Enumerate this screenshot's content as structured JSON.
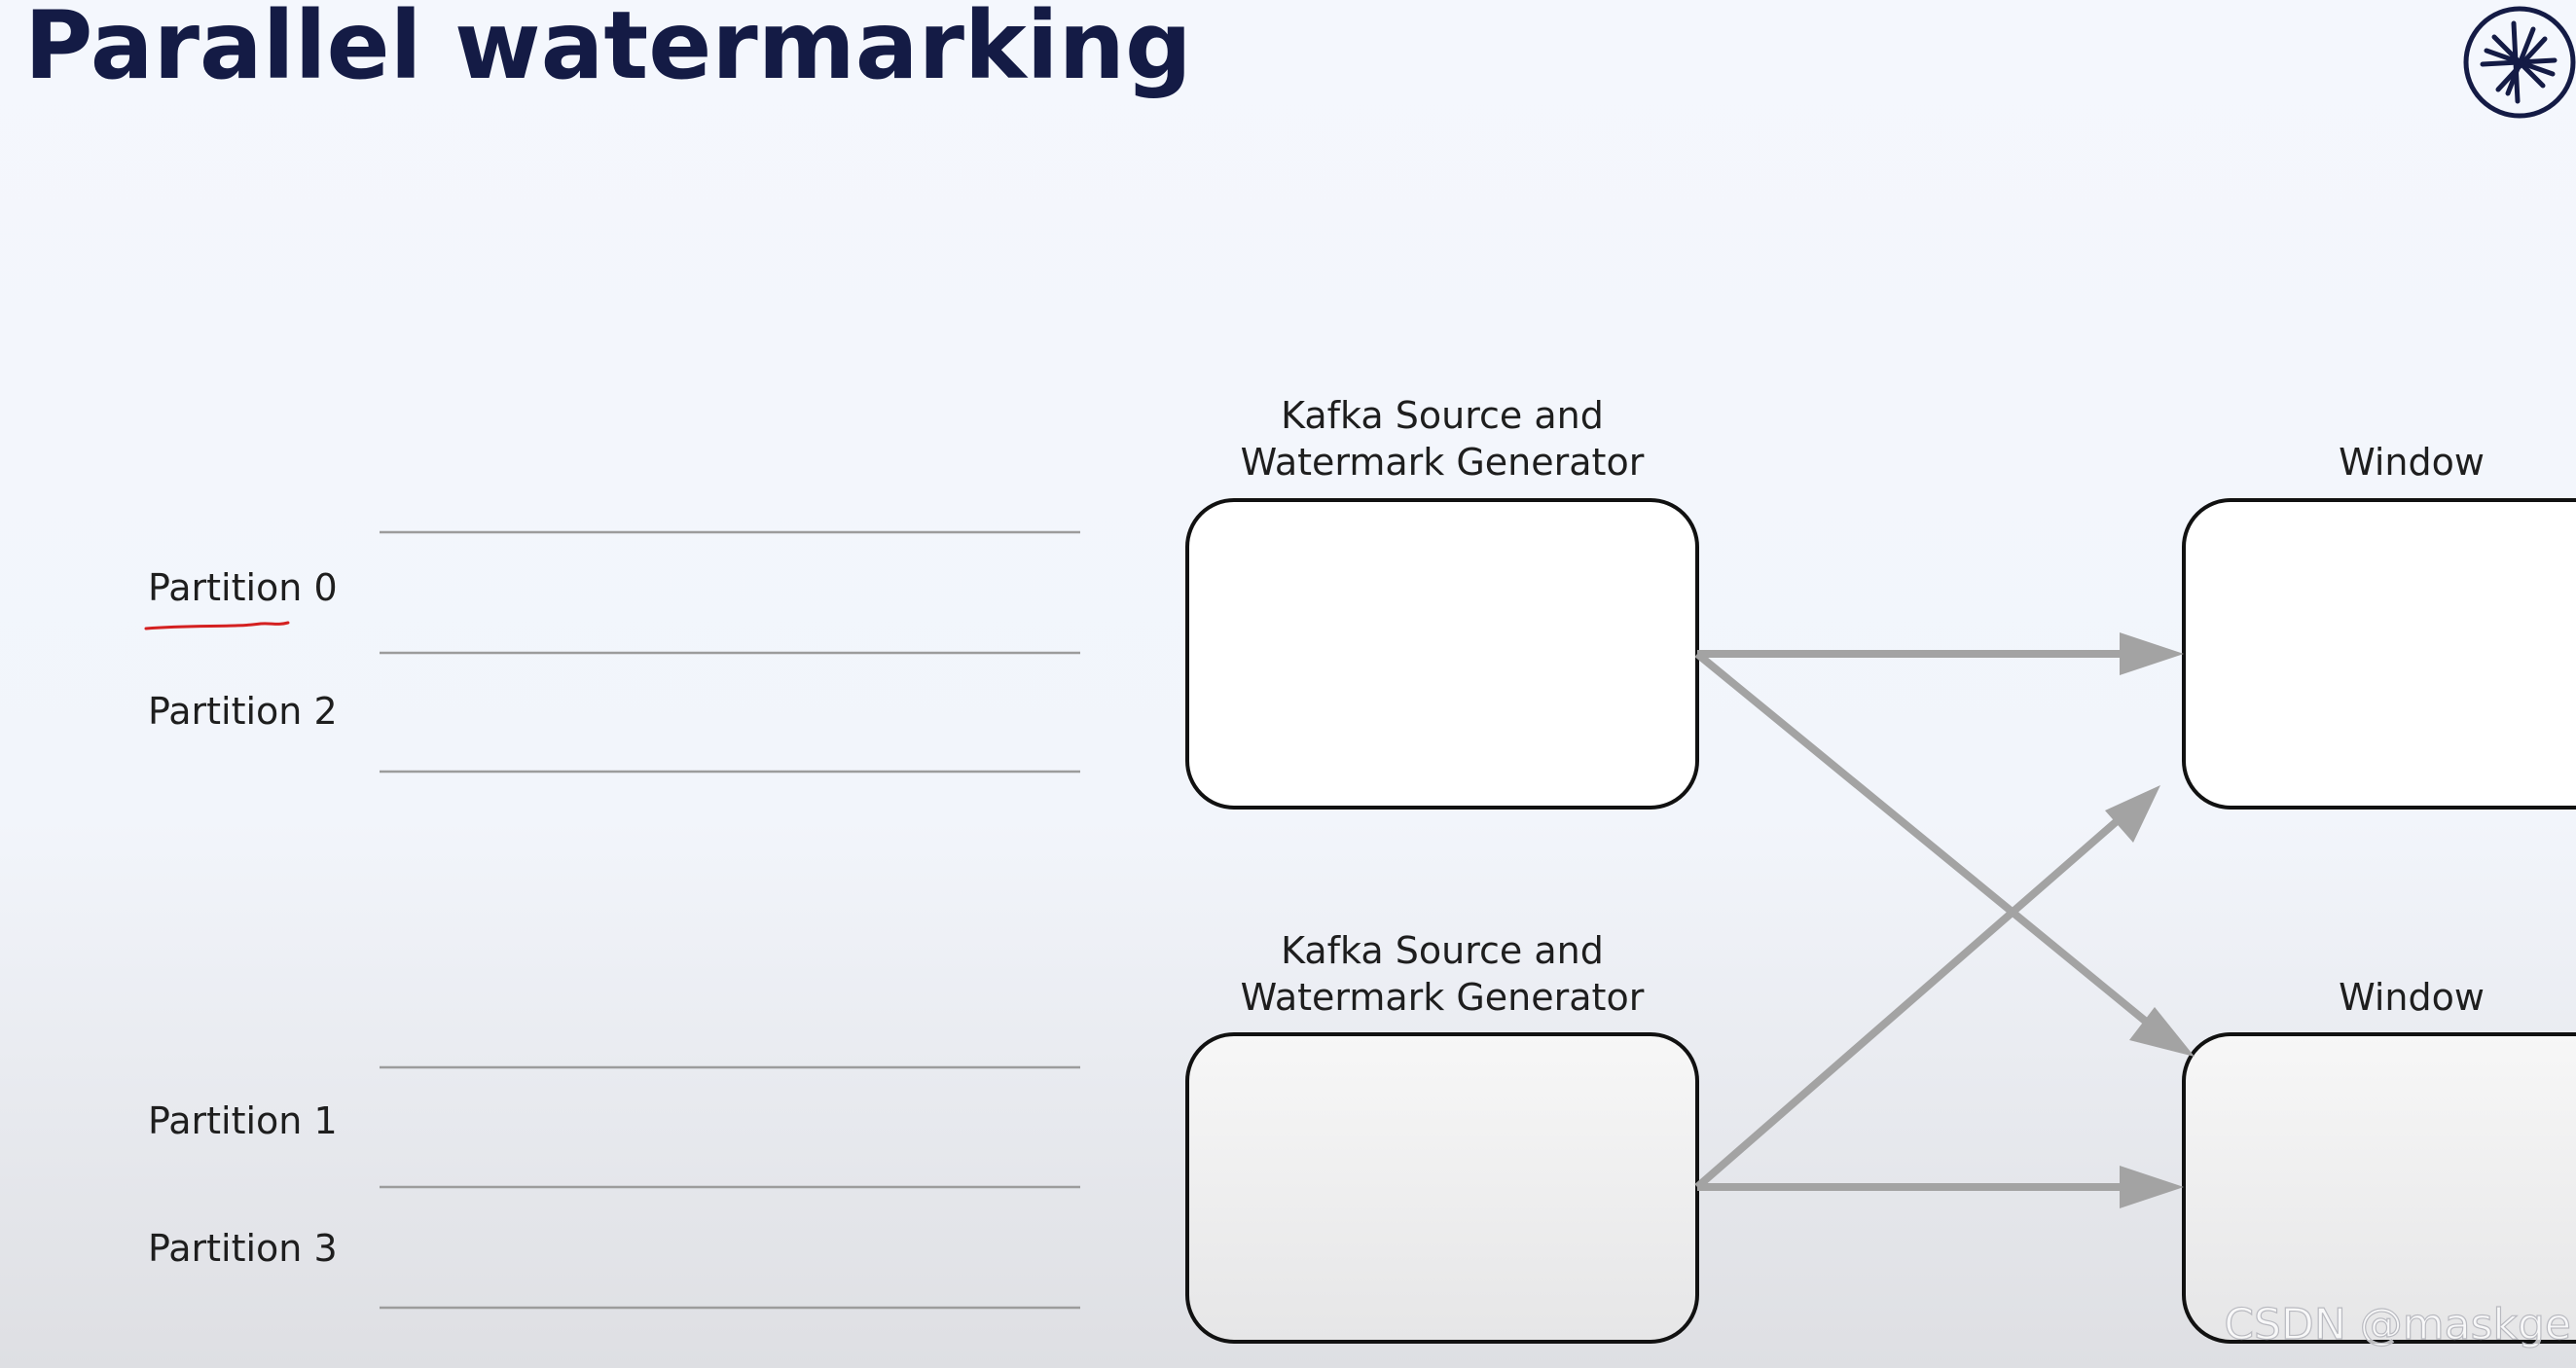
{
  "slide": {
    "title": "Parallel watermarking"
  },
  "partitions": [
    {
      "label": "Partition 0"
    },
    {
      "label": "Partition 2"
    },
    {
      "label": "Partition 1"
    },
    {
      "label": "Partition 3"
    }
  ],
  "sources": [
    {
      "label_line1": "Kafka Source and",
      "label_line2": "Watermark Generator"
    },
    {
      "label_line1": "Kafka Source and",
      "label_line2": "Watermark Generator"
    }
  ],
  "windows": [
    {
      "label": "Window"
    },
    {
      "label": "Window"
    }
  ],
  "connections": [
    {
      "from": "source-0",
      "to": "window-0"
    },
    {
      "from": "source-0",
      "to": "window-1"
    },
    {
      "from": "source-1",
      "to": "window-0"
    },
    {
      "from": "source-1",
      "to": "window-1"
    }
  ],
  "watermark": "CSDN @maskge",
  "colors": {
    "title": "#141b45",
    "arrow": "#a3a3a3",
    "box_stroke": "#111111",
    "underline": "#d42020"
  },
  "icons": {
    "logo": "sparkle-logo-icon"
  }
}
